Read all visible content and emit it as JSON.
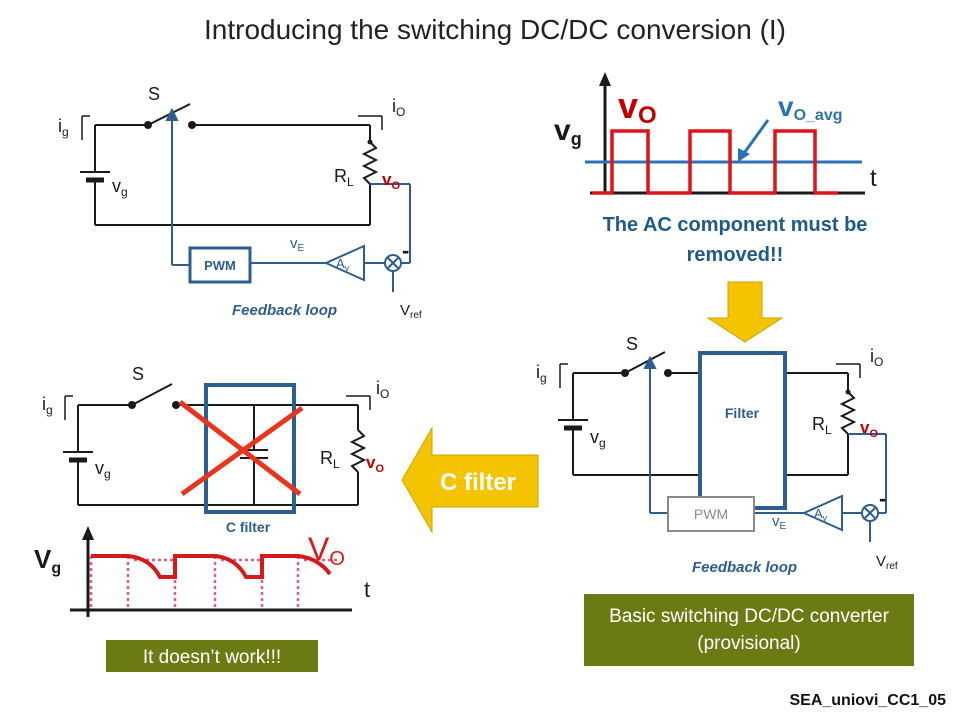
{
  "slide": {
    "title": "Introducing the switching DC/DC conversion (I)",
    "footer": "SEA_uniovi_CC1_05"
  },
  "circuit_top": {
    "ig": "i",
    "ig_sub": "g",
    "vg": "v",
    "vg_sub": "g",
    "switch": "S",
    "io": "i",
    "io_sub": "O",
    "rl": "R",
    "rl_sub": "L",
    "vo": "v",
    "vo_sub": "O",
    "ve": "v",
    "ve_sub": "E",
    "av": "A",
    "av_sub": "v",
    "pwm": "PWM",
    "minus": "-",
    "vref": "V",
    "vref_sub": "ref",
    "feedback": "Feedback loop"
  },
  "waveform_top": {
    "vo": "v",
    "vo_sub": "O",
    "vo_avg": "v",
    "vo_avg_sub": "O_avg",
    "vg": "v",
    "vg_sub": "g",
    "t": "t",
    "message": "The AC component must be removed!!"
  },
  "circuit_right": {
    "ig": "i",
    "ig_sub": "g",
    "vg": "v",
    "vg_sub": "g",
    "switch": "S",
    "filter": "Filter",
    "io": "i",
    "io_sub": "O",
    "rl": "R",
    "rl_sub": "L",
    "vo": "v",
    "vo_sub": "O",
    "ve": "v",
    "ve_sub": "E",
    "av": "A",
    "av_sub": "v",
    "pwm": "PWM",
    "minus": "-",
    "vref": "V",
    "vref_sub": "ref",
    "feedback": "Feedback loop",
    "caption": "Basic switching DC/DC converter (provisional)"
  },
  "arrow_left": {
    "label": "C filter"
  },
  "circuit_left": {
    "ig": "i",
    "ig_sub": "g",
    "vg": "v",
    "vg_sub": "g",
    "switch": "S",
    "io": "i",
    "io_sub": "O",
    "rl": "R",
    "rl_sub": "L",
    "vo": "v",
    "vo_sub": "O",
    "cfilter": "C filter"
  },
  "waveform_left": {
    "vg": "V",
    "vg_sub": "g",
    "vo": "V",
    "vo_sub": "O",
    "t": "t",
    "message": "It doesn’t work!!!"
  },
  "colors": {
    "wire": "#1a1a1a",
    "feedback": "#2e5d8f",
    "highlight": "#c00000",
    "olive": "#6b7a12",
    "arrow": "#f5c400",
    "grey": "#8a8a8a"
  }
}
